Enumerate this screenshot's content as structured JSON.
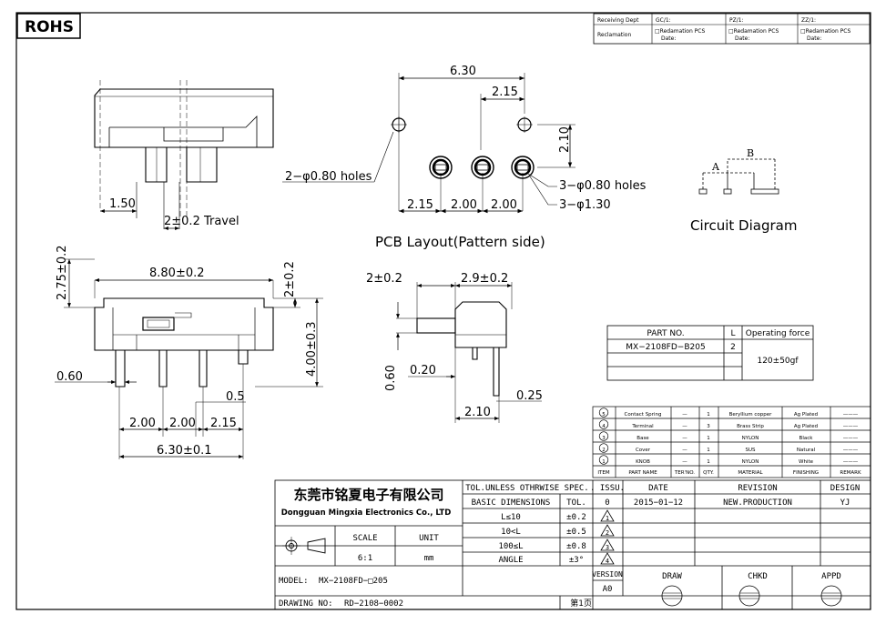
{
  "rohs": "ROHS",
  "header": {
    "receiving_dept": "Receiving Dept",
    "gc": "GC/1:",
    "pz": "PZ/1:",
    "zz": "ZZ/1:",
    "reclamation": "Reclamation",
    "reclamation_pcs": "□Redamation  PCS",
    "date": "Date:"
  },
  "dims": {
    "top_1_50": "1.50",
    "top_travel": "2±0.2 Travel",
    "pcb_6_30": "6.30",
    "pcb_2_15_top": "2.15",
    "pcb_2_10": "2.10",
    "pcb_holes_2": "2−φ0.80  holes",
    "pcb_holes_3": "3−φ0.80  holes",
    "pcb_holes_3b": "3−φ1.30",
    "pcb_2_15": "2.15",
    "pcb_2_00a": "2.00",
    "pcb_2_00b": "2.00",
    "front_2_75": "2.75±0.2",
    "front_8_80": "8.80±0.2",
    "front_2": "2±0.2",
    "front_4_00": "4.00±0.3",
    "front_0_60": "0.60",
    "front_0_5": "0.5",
    "front_2_00a": "2.00",
    "front_2_00b": "2.00",
    "front_2_15": "2.15",
    "front_6_30": "6.30±0.1",
    "side_2": "2±0.2",
    "side_2_9": "2.9±0.2",
    "side_0_60": "0.60",
    "side_0_20": "0.20",
    "side_0_25": "0.25",
    "side_2_10": "2.10"
  },
  "circuit": {
    "a": "A",
    "b": "B"
  },
  "pcb_layout_label": "PCB Layout(Pattern side)",
  "circuit_label": "Circuit Diagram",
  "part_table": {
    "headers": [
      "PART NO.",
      "L",
      "Operating force"
    ],
    "part_no": "MX−2108FD−B205",
    "l": "2",
    "force": "120±50gf"
  },
  "bom": {
    "rows": [
      [
        "5",
        "Contact Spring",
        "—",
        "1",
        "Beryllium copper",
        "Ag Plated",
        "———"
      ],
      [
        "4",
        "Terminal",
        "—",
        "3",
        "Brass Strip",
        "Ag Plated",
        "———"
      ],
      [
        "3",
        "Base",
        "—",
        "1",
        "NYLON",
        "Black",
        "———"
      ],
      [
        "2",
        "Cover",
        "—",
        "1",
        "SUS",
        "Natural",
        "———"
      ],
      [
        "1",
        "KNOB",
        "—",
        "1",
        "NYLON",
        "White",
        "———"
      ]
    ],
    "headers": [
      "ITEM",
      "PART NAME",
      "TER'NO.",
      "QTY.",
      "MATERIAL",
      "FINISHING",
      "REMARK"
    ]
  },
  "title_block": {
    "company_cn": "东莞市铭夏电子有限公司",
    "company_en": "Dongguan Mingxia Electronics Co., LTD",
    "scale_label": "SCALE",
    "unit_label": "UNIT",
    "scale": "6:1",
    "unit": "mm",
    "tol_spec": "TOL.UNLESS OTHRWISE SPEC.",
    "basic_dims": "BASIC DIMENSIONS",
    "tol": "TOL.",
    "tol_rows": [
      [
        "L≤10",
        "±0.2"
      ],
      [
        "10<L",
        "±0.5"
      ],
      [
        "100≤L",
        "±0.8"
      ],
      [
        "ANGLE",
        "±3°"
      ]
    ],
    "issu": ". ISSU.",
    "date": "DATE",
    "revision": "REVISION",
    "design": "DESIGN",
    "issue_no": "0",
    "issue_date": "2015−01−12",
    "issue_rev": "NEW.PRODUCTION",
    "designer": "YJ",
    "rev_marks": [
      "1",
      "2",
      "3",
      "4"
    ],
    "version_label": "VERSION",
    "version": "A0",
    "draw": "DRAW",
    "chkd": "CHKD",
    "appd": "APPD",
    "model_label": "MODEL:",
    "model": "MX−2108FD−□205",
    "drawing_no_label": "DRAWING NO:",
    "drawing_no": "RD−2108−0002",
    "page": "第1页"
  }
}
